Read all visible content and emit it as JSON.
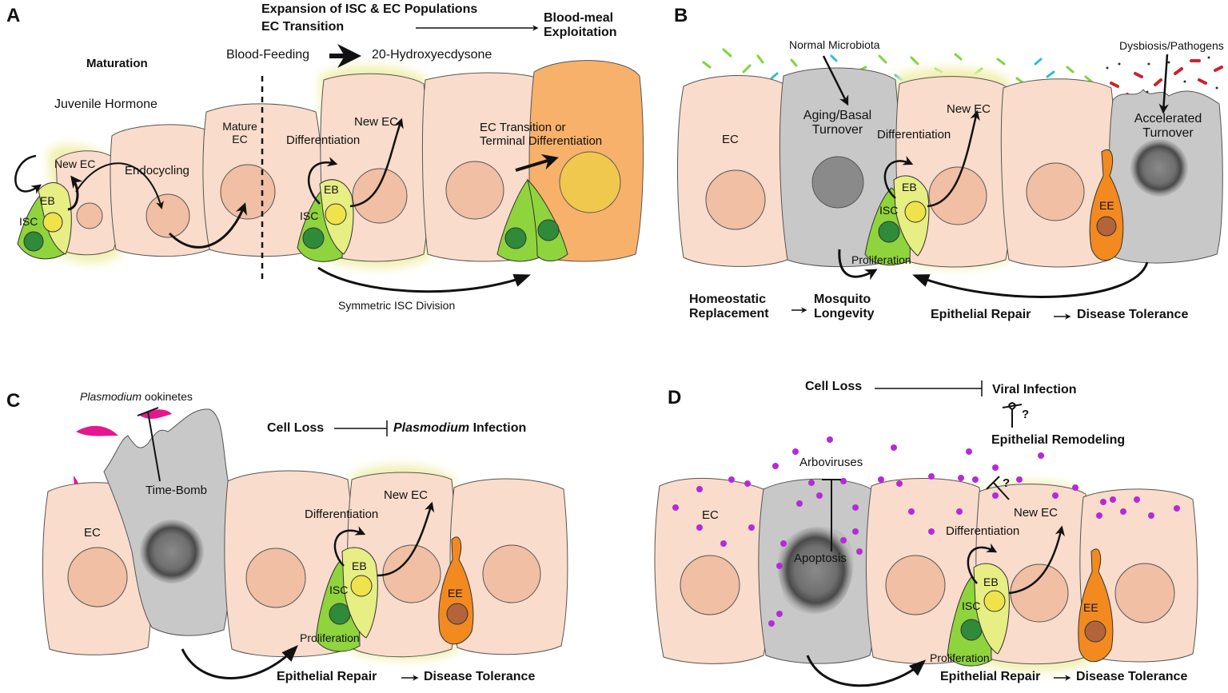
{
  "panels": {
    "a": {
      "letter": "A",
      "expansion_line1": "Expansion of ISC & EC Populations",
      "expansion_line2": "EC Transition",
      "exploitation": "Blood-meal\nExploitation",
      "maturation": "Maturation",
      "blood_feeding": "Blood-Feeding",
      "hydroxyecdysone": "20-Hydroxyecdysone",
      "juvenile_hormone": "Juvenile Hormone",
      "mature_ec": "Mature\nEC",
      "new_ec_left": "New EC",
      "endocycling": "Endocycling",
      "differentiation": "Differentiation",
      "new_ec_right": "New EC",
      "ec_transition": "EC Transition or\nTerminal Differentiation",
      "eb_left": "EB",
      "isc_left": "ISC",
      "eb_right": "EB",
      "isc_right": "ISC",
      "symmetric": "Symmetric ISC Division"
    },
    "b": {
      "letter": "B",
      "normal_microbiota": "Normal Microbiota",
      "dysbiosis": "Dysbiosis/Pathogens",
      "ec": "EC",
      "aging": "Aging/Basal\nTurnover",
      "differentiation": "Differentiation",
      "new_ec": "New EC",
      "accelerated": "Accelerated\nTurnover",
      "eb": "EB",
      "isc": "ISC",
      "ee": "EE",
      "proliferation": "Proliferation",
      "homeostatic": "Homeostatic\nReplacement",
      "longevity": "Mosquito\nLongevity",
      "repair": "Epithelial Repair",
      "tolerance": "Disease Tolerance"
    },
    "c": {
      "letter": "C",
      "ookinetes_genus": "Plasmodium",
      "ookinetes_rest": " ookinetes",
      "cell_loss": "Cell Loss",
      "infection_genus": "Plasmodium",
      "infection_rest": " Infection",
      "time_bomb": "Time-Bomb",
      "ec": "EC",
      "differentiation": "Differentiation",
      "new_ec": "New EC",
      "eb": "EB",
      "isc": "ISC",
      "ee": "EE",
      "proliferation": "Proliferation",
      "repair": "Epithelial Repair",
      "tolerance": "Disease Tolerance"
    },
    "d": {
      "letter": "D",
      "cell_loss": "Cell Loss",
      "viral_infection": "Viral Infection",
      "question_top": "?",
      "remodeling": "Epithelial Remodeling",
      "arboviruses": "Arboviruses",
      "question_mid": "?",
      "ec": "EC",
      "apoptosis": "Apoptosis",
      "new_ec": "New EC",
      "differentiation": "Differentiation",
      "eb": "EB",
      "isc": "ISC",
      "ee": "EE",
      "proliferation": "Proliferation",
      "repair": "Epithelial Repair",
      "tolerance": "Disease Tolerance"
    }
  },
  "colors": {
    "ec_fill": "#f9dccb",
    "ec_nucleus": "#f0bfa4",
    "isc_fill": "#8fd43d",
    "isc_nucleus": "#2f8a3a",
    "eb_fill": "#e6ee84",
    "eb_nucleus": "#efe24a",
    "ee_fill": "#f28a1f",
    "ee_nucleus": "#b3643a",
    "dying_cell": "#c8c8c8",
    "terminal_ec": "#f7b16a",
    "glow": "#f1f0b0",
    "ookinete": "#e6168f",
    "virus": "#b42bd6",
    "green_microbe": "#7ed43d",
    "cyan_microbe": "#2cc0d4",
    "red_pathogen": "#d0202a"
  }
}
